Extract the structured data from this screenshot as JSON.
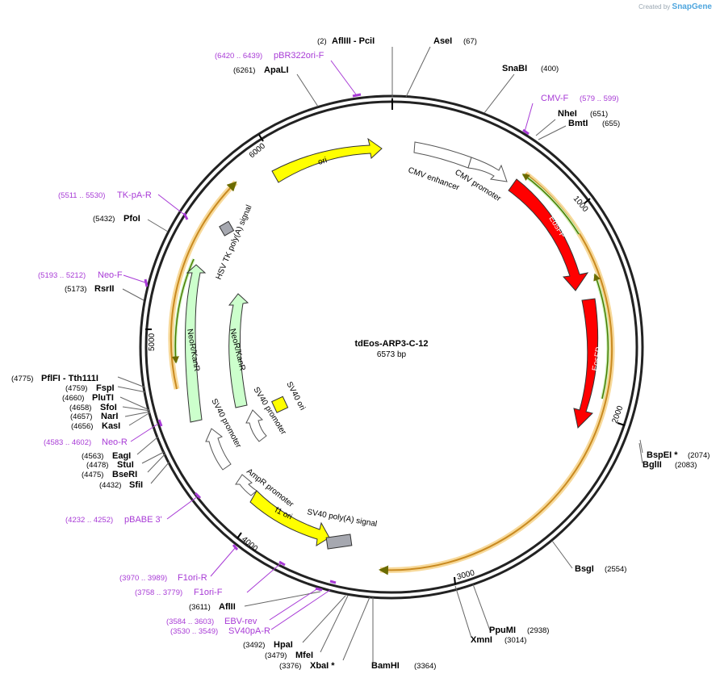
{
  "watermark": {
    "prefix": "Created by",
    "brand": "SnapGene"
  },
  "title": "tdEos-ARP3-C-12",
  "length_label": "6573 bp",
  "ticks": [
    "1000",
    "2000",
    "3000",
    "4000",
    "5000",
    "6000"
  ],
  "features": [
    {
      "name": "ori"
    },
    {
      "name": "CMV enhancer"
    },
    {
      "name": "CMV promoter"
    },
    {
      "name": "EosFP"
    },
    {
      "name": "EosFP"
    },
    {
      "name": "HSV TK poly(A) signal"
    },
    {
      "name": "NeoR/KanR"
    },
    {
      "name": "NeoR/KanR"
    },
    {
      "name": "SV40 ori"
    },
    {
      "name": "SV40 promoter"
    },
    {
      "name": "SV40 promoter"
    },
    {
      "name": "AmpR promoter"
    },
    {
      "name": "f1 ori"
    },
    {
      "name": "SV40 poly(A) signal"
    }
  ],
  "sites": [
    {
      "pos": "(2)",
      "name": "AflIII  - PciI"
    },
    {
      "name": "AseI",
      "pos": "(67)"
    },
    {
      "name": "SnaBI",
      "pos": "(400)"
    },
    {
      "name": "NheI",
      "pos": "(651)"
    },
    {
      "name": "BmtI",
      "pos": "(655)"
    },
    {
      "name": "BspEI *",
      "pos": "(2074)"
    },
    {
      "name": "BglII",
      "pos": "(2083)"
    },
    {
      "name": "BsgI",
      "pos": "(2554)"
    },
    {
      "name": "PpuMI",
      "pos": "(2938)"
    },
    {
      "name": "XmnI",
      "pos": "(3014)"
    },
    {
      "name": "BamHI",
      "pos": "(3364)"
    },
    {
      "pos": "(3376)",
      "name": "XbaI *"
    },
    {
      "pos": "(3479)",
      "name": "MfeI"
    },
    {
      "pos": "(3492)",
      "name": "HpaI"
    },
    {
      "pos": "(3611)",
      "name": "AflII"
    },
    {
      "pos": "(4432)",
      "name": "SfiI"
    },
    {
      "pos": "(4475)",
      "name": "BseRI"
    },
    {
      "pos": "(4478)",
      "name": "StuI"
    },
    {
      "pos": "(4563)",
      "name": "EagI"
    },
    {
      "pos": "(4656)",
      "name": "KasI"
    },
    {
      "pos": "(4657)",
      "name": "NarI"
    },
    {
      "pos": "(4658)",
      "name": "SfoI"
    },
    {
      "pos": "(4660)",
      "name": "PluTI"
    },
    {
      "pos": "(4759)",
      "name": "FspI"
    },
    {
      "pos": "(4775)",
      "name": "PflFI  - Tth111I"
    },
    {
      "pos": "(5173)",
      "name": "RsrII"
    },
    {
      "pos": "(5432)",
      "name": "PfoI"
    },
    {
      "pos": "(6261)",
      "name": "ApaLI"
    }
  ],
  "primers": [
    {
      "pos": "(6420 .. 6439)",
      "name": "pBR322ori-F"
    },
    {
      "name": "CMV-F",
      "pos": "(579 .. 599)"
    },
    {
      "pos": "(5511 .. 5530)",
      "name": "TK-pA-R"
    },
    {
      "pos": "(5193 .. 5212)",
      "name": "Neo-F"
    },
    {
      "pos": "(4583 .. 4602)",
      "name": "Neo-R"
    },
    {
      "pos": "(4232 .. 4252)",
      "name": "pBABE 3'"
    },
    {
      "pos": "(3970 .. 3989)",
      "name": "F1ori-R"
    },
    {
      "pos": "(3758 .. 3779)",
      "name": "F1ori-F"
    },
    {
      "pos": "(3584 .. 3603)",
      "name": "EBV-rev"
    },
    {
      "pos": "(3530 .. 3549)",
      "name": "SV40pA-R"
    }
  ],
  "colors": {
    "backbone": "#222222",
    "ori": "#ffff00",
    "eosfp": "#ff0000",
    "neo": "#ccffcc",
    "orf": "#f0b24a",
    "orf_arrow": "#6b8f1c",
    "primer": "#a83bd6",
    "polyA": "#a6a8b0",
    "promoter": "#ffffff"
  }
}
